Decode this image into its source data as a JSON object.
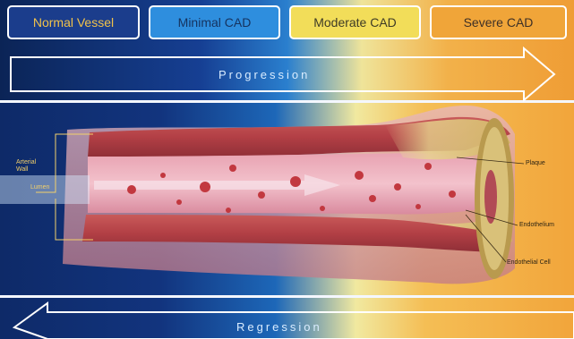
{
  "stages": [
    {
      "label": "Normal Vessel"
    },
    {
      "label": "Minimal CAD"
    },
    {
      "label": "Moderate CAD"
    },
    {
      "label": "Severe CAD"
    }
  ],
  "arrows": {
    "progression": "Progression",
    "regression": "Regression"
  },
  "vessel": {
    "left_labels": {
      "arterial_wall": "Arterial Wall",
      "lumen": "Lumen"
    },
    "callouts": {
      "plaque": "Plaque",
      "endothelium": "Endothelium",
      "endothelial_cell": "Endothelial Cell"
    }
  },
  "colors": {
    "normal": "#1b3d8c",
    "minimal": "#2e8ede",
    "moderate": "#f2dd59",
    "severe": "#f0a539"
  }
}
